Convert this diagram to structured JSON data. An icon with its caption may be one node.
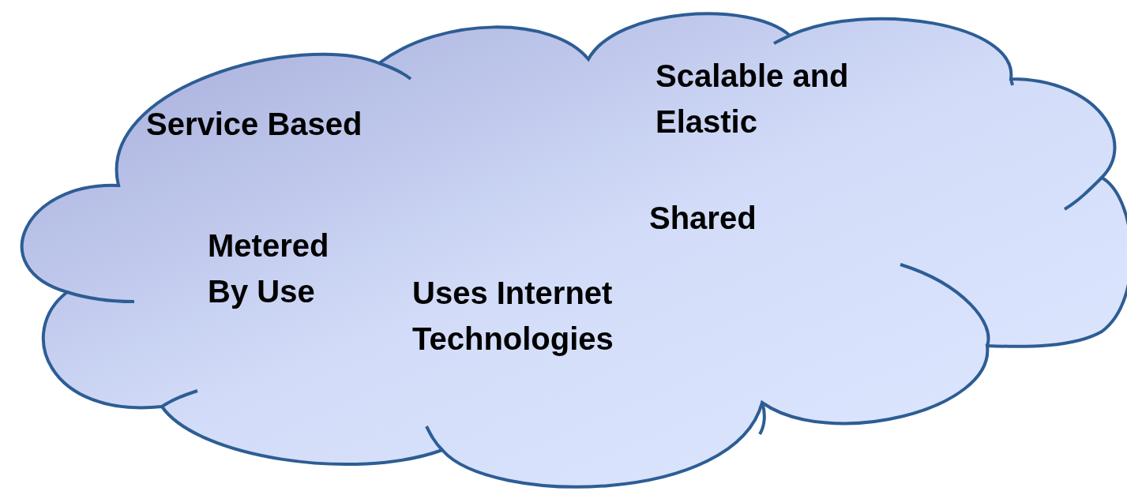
{
  "diagram": {
    "nodes": [
      {
        "text": [
          "Service Based",
          "Scalable and Elastic",
          "Shared",
          "Metered By Use",
          "Uses Internet Technologies"
        ]
      }
    ]
  }
}
